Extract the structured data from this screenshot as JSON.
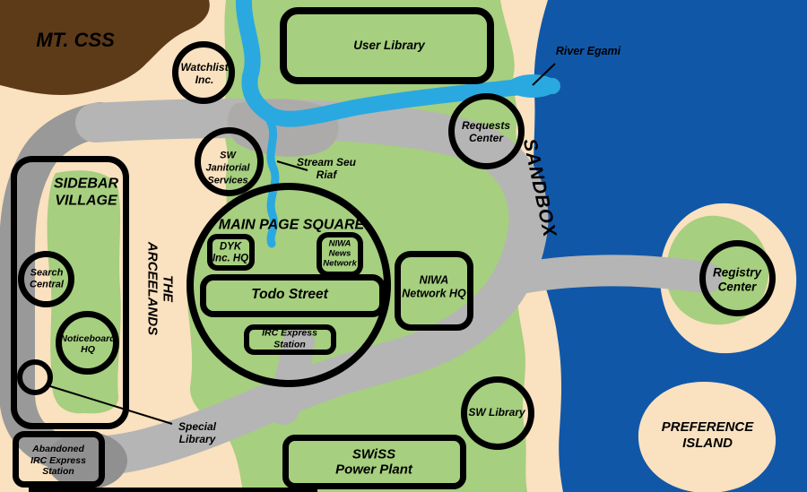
{
  "map_labels": {
    "mt_css": "MT. CSS",
    "user_library": "User Library",
    "river_egami": "River Egami",
    "watchlist_inc": "Watchlist\nInc.",
    "requests_center": "Requests\nCenter",
    "sandbox": "SANDBOX",
    "sw_janitorial": "SW\nJanitorial\nServices",
    "stream_seu_riaf": "Stream Seu\nRiaf",
    "main_page_square": "MAIN PAGE SQUARE",
    "dyk_inc_hq": "DYK\nInc. HQ",
    "niwa_news_network": "NIWA\nNews\nNetwork",
    "todo_street": "Todo Street",
    "niwa_network_hq": "NIWA\nNetwork HQ",
    "irc_express_station": "IRC Express\nStation",
    "the_arceelands": "THE\nARCEELANDS",
    "sidebar_village": "SIDEBAR\nVILLAGE",
    "search_central": "Search\nCentral",
    "noticeboard_hq": "Noticeboard\nHQ",
    "special_library": "Special\nLibrary",
    "abandoned_irc": "Abandoned\nIRC Express\nStation",
    "swiss_power_plant": "SWiSS\nPower Plant",
    "sw_library": "SW Library",
    "registry_center": "Registry\nCenter",
    "preference_island": "PREFERENCE\nISLAND"
  },
  "colors": {
    "sand": "#FAE1BF",
    "grass": "#A6CF7F",
    "ocean": "#1157A8",
    "river": "#2AA9E0",
    "road_light": "#B5B5B5",
    "road_dark": "#999999",
    "mountain": "#5E3B18",
    "outline": "#000000"
  }
}
